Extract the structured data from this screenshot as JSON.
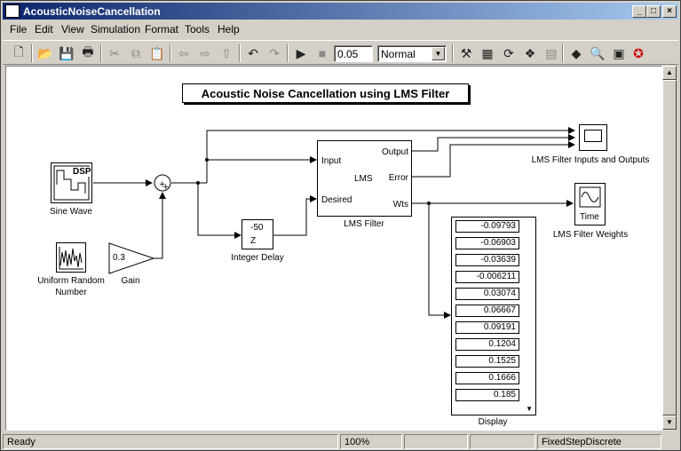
{
  "window": {
    "title": "AcousticNoiseCancellation"
  },
  "menu": [
    "File",
    "Edit",
    "View",
    "Simulation",
    "Format",
    "Tools",
    "Help"
  ],
  "toolbar": {
    "stop_time": "0.05",
    "sim_mode": "Normal"
  },
  "diagram": {
    "title": "Acoustic Noise Cancellation using LMS Filter",
    "blocks": {
      "sine_wave": {
        "label": "Sine Wave",
        "icon_text": "DSP"
      },
      "random": {
        "label_line1": "Uniform Random",
        "label_line2": "Number"
      },
      "gain": {
        "label": "Gain",
        "value": "0.3"
      },
      "delay": {
        "label": "Integer Delay",
        "value": "-50",
        "var": "Z"
      },
      "lms": {
        "label": "LMS Filter",
        "center": "LMS",
        "in1": "Input",
        "in2": "Desired",
        "out1": "Output",
        "out2": "Error",
        "out3": "Wts"
      },
      "scope1": {
        "label": "LMS Filter Inputs and Outputs"
      },
      "scope2": {
        "label": "LMS Filter Weights",
        "text": "Time"
      },
      "display": {
        "label": "Display",
        "values": [
          "-0.09793",
          "-0.06903",
          "-0.03639",
          "-0.006211",
          "0.03074",
          "0.06667",
          "0.09191",
          "0.1204",
          "0.1525",
          "0.1666",
          "0.185"
        ]
      }
    }
  },
  "status": {
    "ready": "Ready",
    "zoom": "100%",
    "solver": "FixedStepDiscrete"
  }
}
